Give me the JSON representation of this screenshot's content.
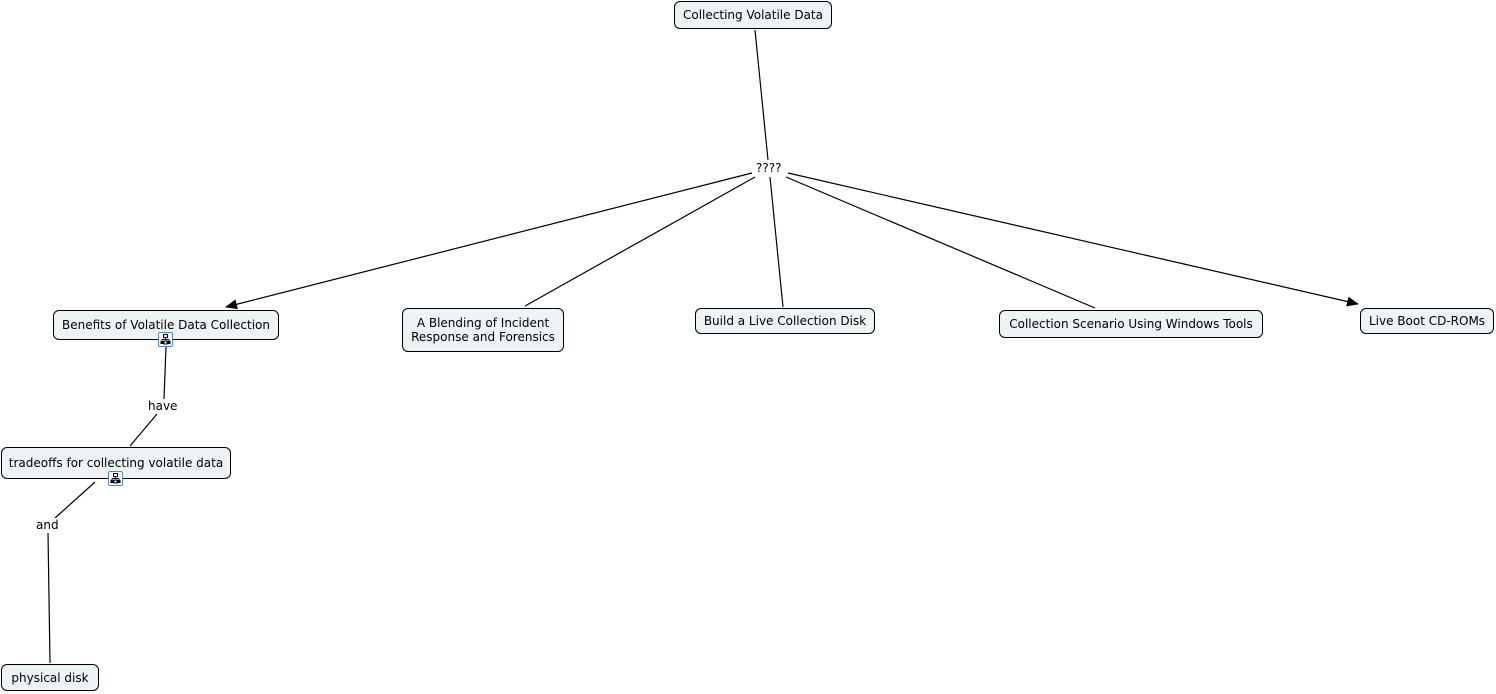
{
  "concept_map": {
    "concepts": {
      "root": "Collecting Volatile Data",
      "benefits": "Benefits of Volatile Data Collection",
      "blending": "A Blending of Incident Response and Forensics",
      "build": "Build a Live Collection Disk",
      "scenario": "Collection Scenario Using Windows Tools",
      "liveboot": "Live Boot CD-ROMs",
      "tradeoffs": "tradeoffs for collecting volatile data",
      "physical": "physical disk"
    },
    "linking_phrases": {
      "hub": "????",
      "have": "have",
      "and": "and"
    },
    "expander_icon": "sub-map-icon",
    "colors": {
      "node_fill": "#eef3f5",
      "node_border": "#000000",
      "line": "#000000",
      "expander_border": "#5a87b4"
    }
  }
}
